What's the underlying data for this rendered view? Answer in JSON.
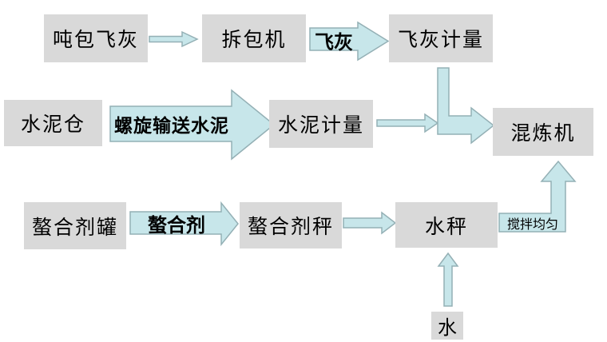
{
  "colors": {
    "box_bg": "#d9d9d9",
    "arrow_fill": "#c7e6ea",
    "arrow_stroke": "#94b0b5",
    "text_color": "#000000",
    "page_bg": "#ffffff"
  },
  "nodes": {
    "ton_bag_fly_ash": "吨包飞灰",
    "unpacking_machine": "拆包机",
    "fly_ash_metering": "飞灰计量",
    "cement_silo": "水泥仓",
    "cement_metering": "水泥计量",
    "mixer": "混炼机",
    "chelating_agent_tank": "螯合剂罐",
    "chelating_agent_scale": "螯合剂秤",
    "water_scale": "水秤",
    "water": "水"
  },
  "arrow_labels": {
    "fly_ash": "飞灰",
    "screw_convey_cement": "螺旋输送水泥",
    "chelating_agent": "螯合剂",
    "mix_evenly": "搅拌均匀"
  }
}
